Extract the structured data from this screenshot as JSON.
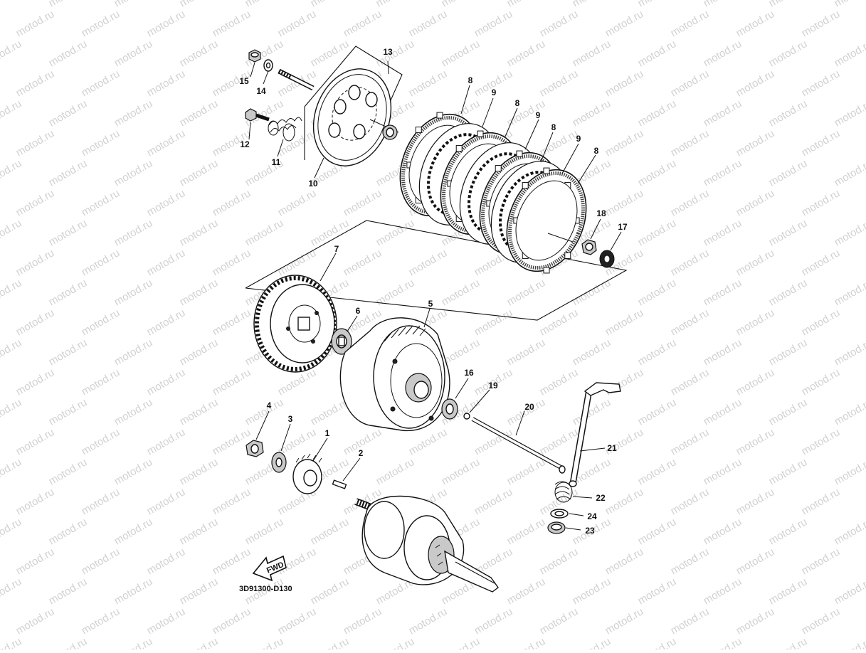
{
  "watermark": "motod.ru",
  "diagram_code": "3D91300-D130",
  "fwd_label": "FWD",
  "callouts": [
    "1",
    "2",
    "3",
    "4",
    "5",
    "6",
    "7",
    "8",
    "8",
    "8",
    "8",
    "9",
    "9",
    "9",
    "10",
    "11",
    "12",
    "13",
    "14",
    "15",
    "16",
    "17",
    "18",
    "19",
    "20",
    "21",
    "22",
    "23",
    "24"
  ]
}
